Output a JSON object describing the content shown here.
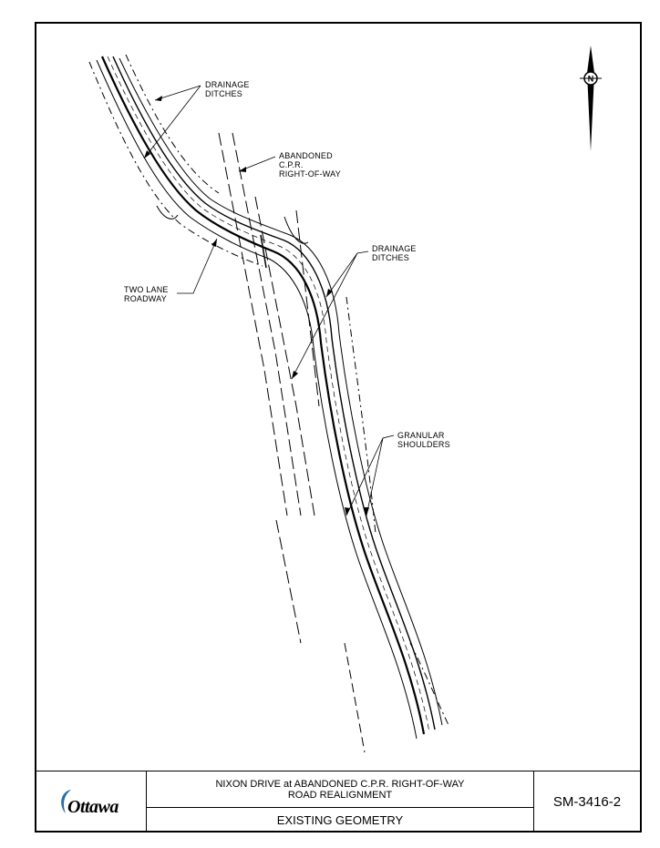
{
  "callouts": {
    "drainage_ditches_top": "DRAINAGE\nDITCHES",
    "abandoned_cpr": "ABANDONED\nC.P.R.\nRIGHT-OF-WAY",
    "drainage_ditches_mid": "DRAINAGE\nDITCHES",
    "two_lane_roadway": "TWO LANE\nROADWAY",
    "granular_shoulders": "GRANULAR\nSHOULDERS"
  },
  "north_arrow": {
    "letter": "N"
  },
  "title_block": {
    "logo_text": "Ottawa",
    "title_line1": "NIXON DRIVE at ABANDONED C.P.R. RIGHT-OF-WAY",
    "title_line2": "ROAD REALIGNMENT",
    "subtitle": "EXISTING GEOMETRY",
    "drawing_number": "SM-3416-2"
  },
  "colors": {
    "ink": "#000000",
    "paper": "#ffffff",
    "logo_accent": "#2a6fa8"
  }
}
